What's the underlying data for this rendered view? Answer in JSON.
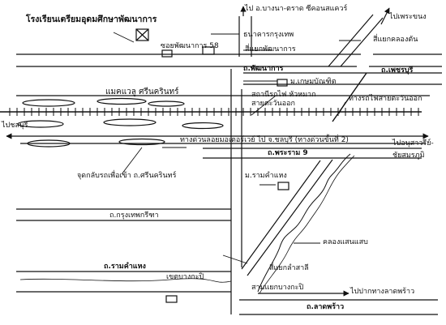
{
  "colors": {
    "ink": "#111111",
    "paper": "#ffffff",
    "hatch": "#ffffff"
  },
  "labels": {
    "school": "โรงเรียนเตรียมอุดมศึกษาพัฒนาการ",
    "to_bangna": "ไป อ.บางนา-ตราด ซีคอนสแควร์",
    "to_phetchaburi": "ไปเพระขนง",
    "bangkok_bank": "ธนาคารกรุงเทพ",
    "soi_pattanakarn": "ซอยพัฒนาการ 58",
    "pattanakarn_intersection": "สี่แยกพัฒนาการ",
    "klongton_intersection": "สี่แยกคลองตัน",
    "pattanakarn_road": "ถ.พัฒนาการ",
    "phetchaburi_road": "ถ.เพชรบุรี",
    "kasem_bundit": "ม.เกษมบัณฑิต",
    "hua_mak_station_1": "สถานีรถไฟ หัวหมาก",
    "hua_mak_station_2": "สายตะวันออก",
    "railway_east": "ทางรถไฟสายตะวันออก",
    "mall": "แมคแวลู ศรีนครินทร์",
    "to_chonburi": "ไปชลบุรี",
    "expressway": "ทางด่วนลอยมอเตอร์เวย์ ไป จ.ชลบุรี (ทางด่วนขั้นที่ 2)",
    "to_anusawari_1": "ไปอนุสาวรีย์-",
    "to_anusawari_2": "ชัยสมรภูมิ",
    "rama9_road": "ถ.พระราม 9",
    "ramkhamhaeng_univ": "ม.รามคำแหง",
    "srinakarin_uturn": "จุดกลับรถเพื่อเข้า ถ.ศรีนครินทร์",
    "krungthep_kreetha": "ถ.กรุงเทพกรีฑา",
    "klong_saen_saep": "คลองแสนแสบ",
    "ramkhamhaeng_road": "ถ.รามคำแหง",
    "lam_sali_intersection": "สี่แยกลำสาลี",
    "bangkapi_district": "เขตบางกะปิ",
    "bangkapi_junction": "สามแยกบางกะปิ",
    "to_lat_phrao_mouth": "ไปปากทางลาดพร้าว",
    "lat_phrao_road": "ถ.ลาดพร้าว"
  }
}
